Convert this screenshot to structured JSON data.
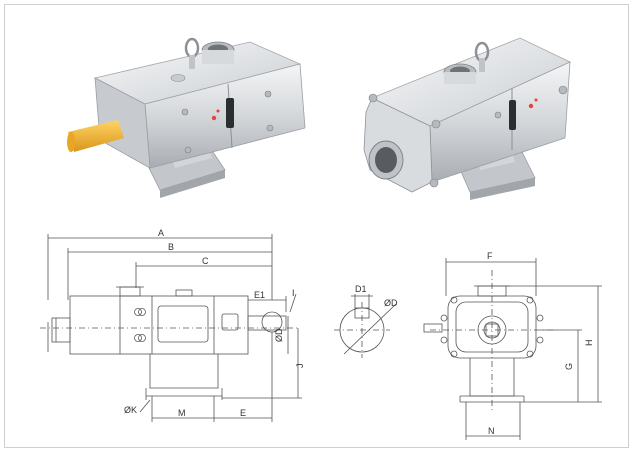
{
  "colors": {
    "line": "#555555",
    "steel_light": "#e6e8ea",
    "steel_mid": "#b9bdc1",
    "steel_dark": "#8b9096",
    "shaft": "#f2b21c",
    "indicator": "#e0443c"
  },
  "drawing": {
    "labels": {
      "A": "A",
      "B": "B",
      "C": "C",
      "E1": "E1",
      "I": "I",
      "OD_side": "ØD",
      "J": "J",
      "OK": "ØK",
      "M": "M",
      "E": "E",
      "D1": "D1",
      "OD_section": "ØD",
      "F": "F",
      "H": "H",
      "G": "G",
      "N": "N"
    }
  }
}
